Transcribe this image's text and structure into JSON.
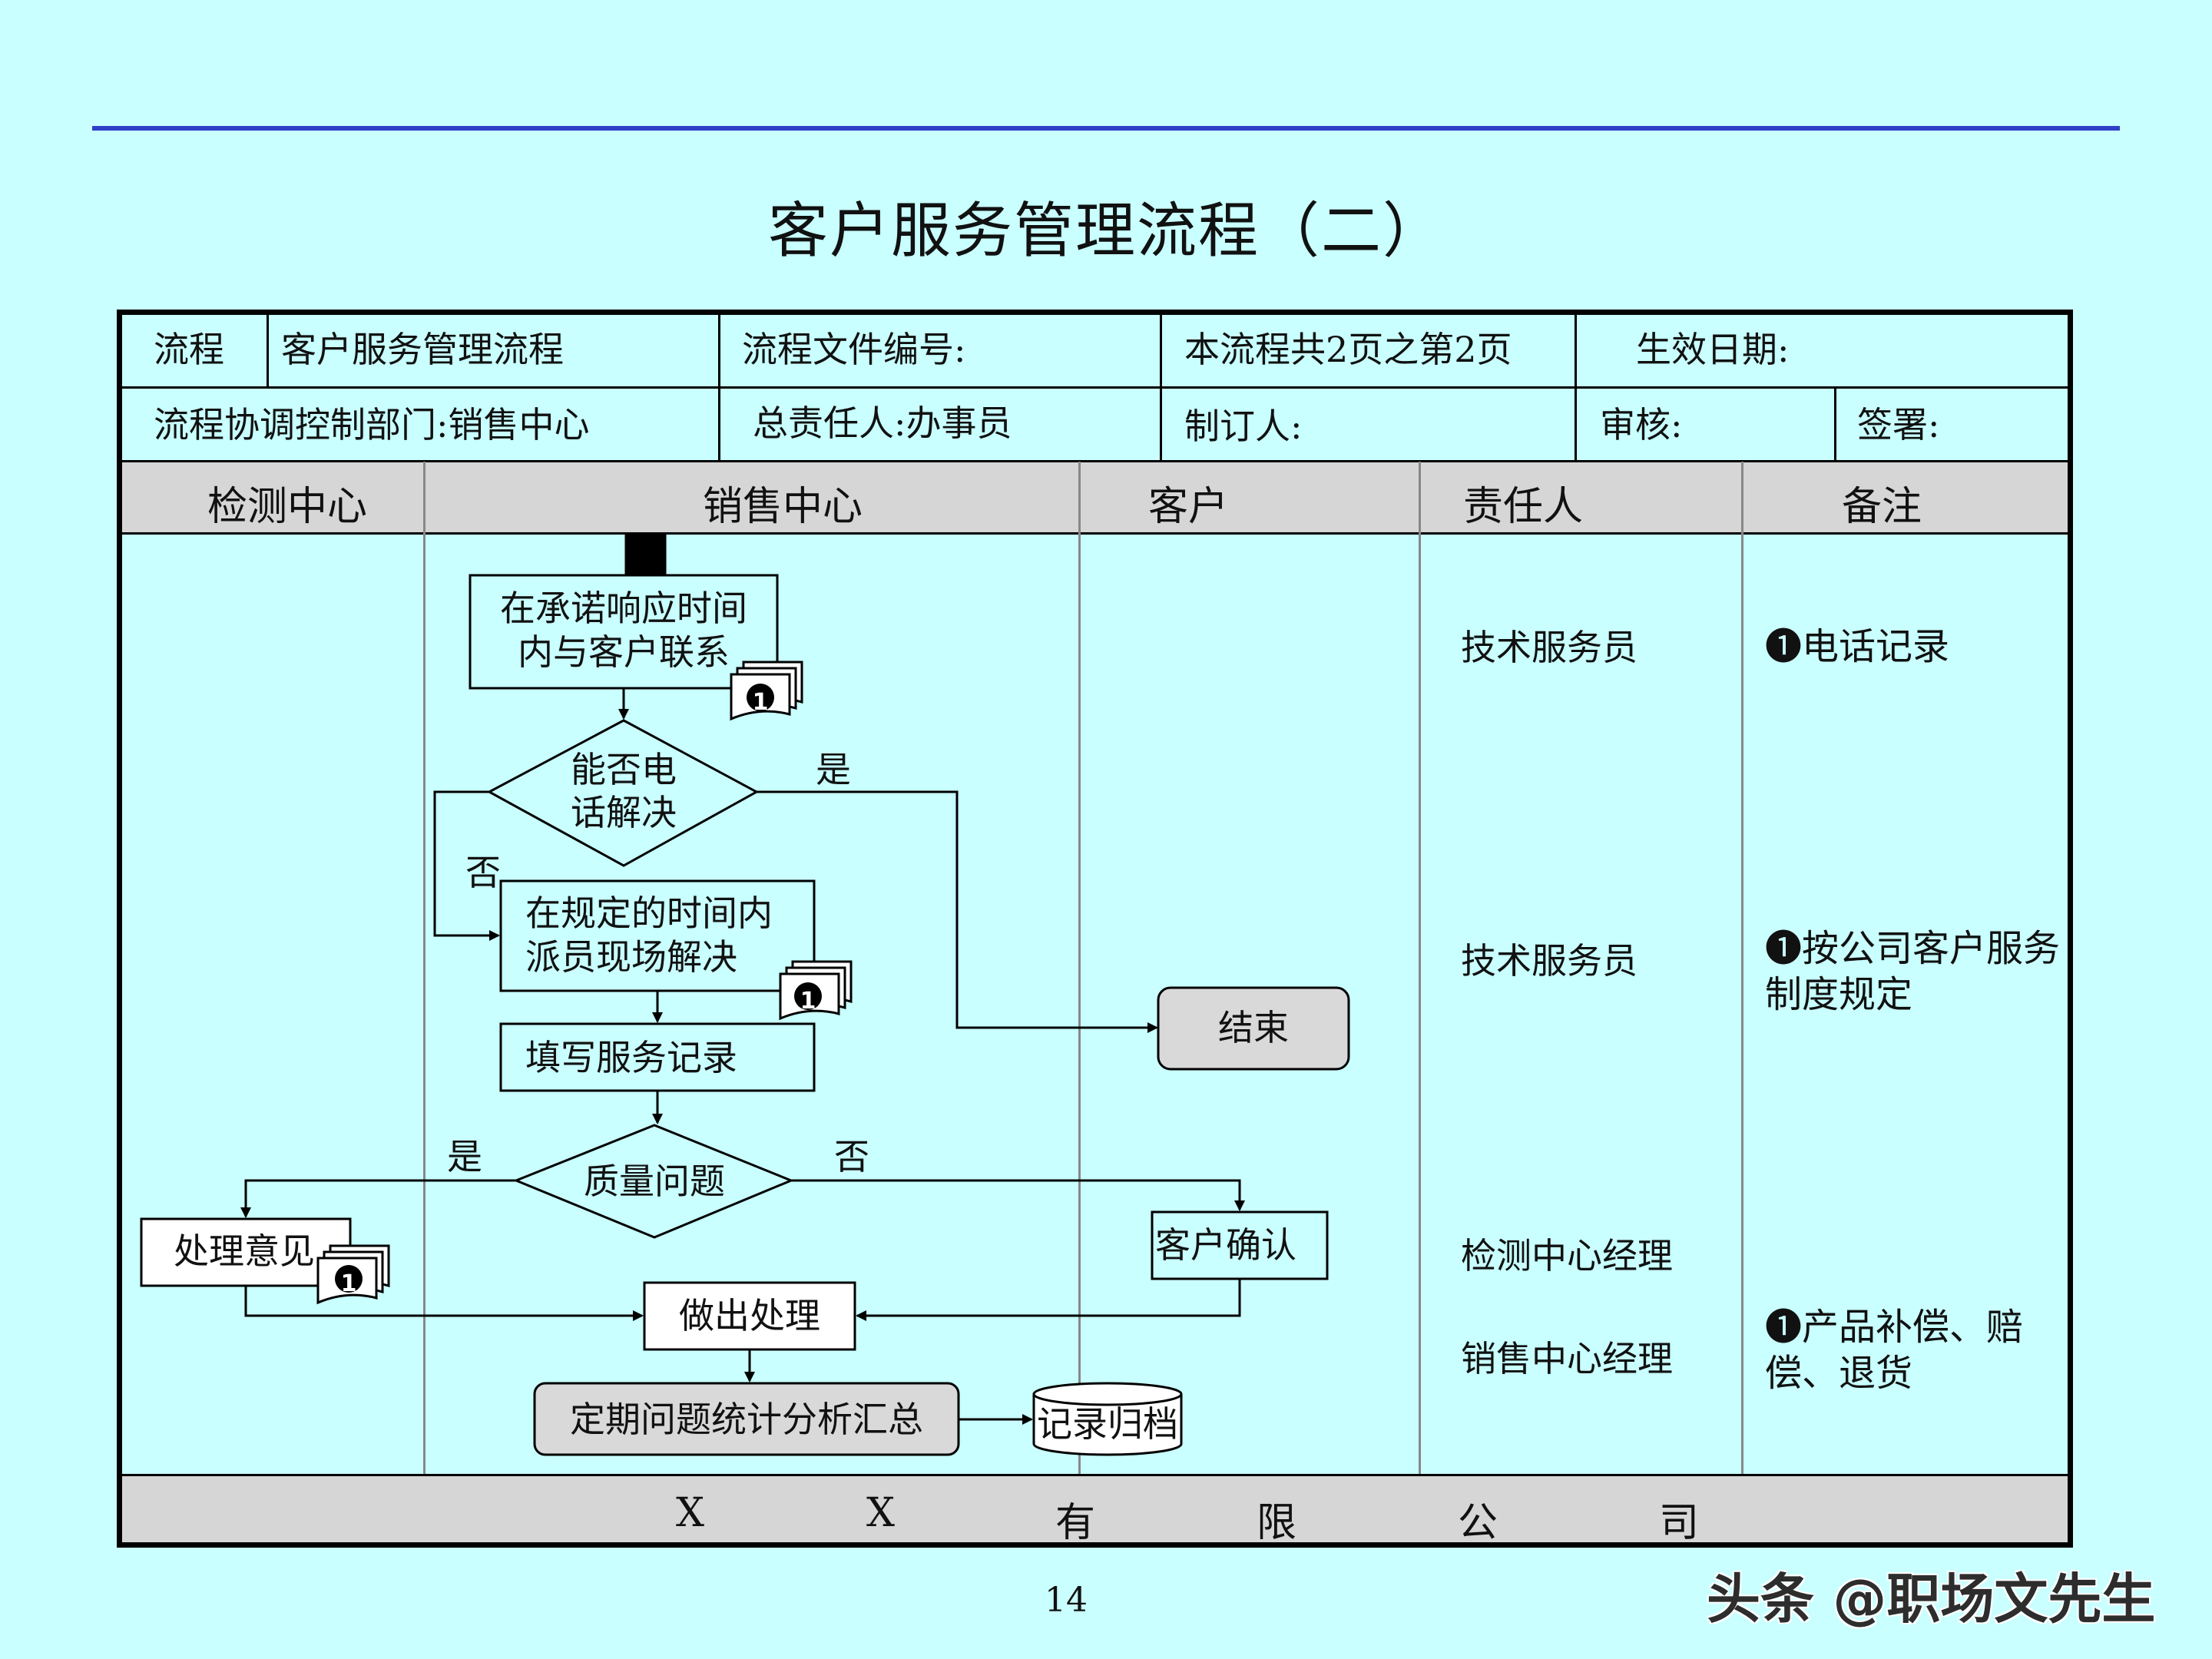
{
  "title": "客户服务管理流程（二）",
  "header": {
    "flow_label": "流程",
    "flow_name": "客户服务管理流程",
    "doc_no": "流程文件编号:",
    "pages": "本流程共2页之第2页",
    "effective_date": "生效日期:",
    "dept": "流程协调控制部门:销售中心",
    "owner": "总责任人:办事员",
    "author": "制订人:",
    "reviewer": "审核:",
    "signer": "签署:"
  },
  "lanes": [
    "检测中心",
    "销售中心",
    "客户",
    "责任人",
    "备注"
  ],
  "nodes": {
    "contact": [
      "在承诺响应时间",
      "内与客户联系"
    ],
    "phone_q": [
      "能否电",
      "话解决"
    ],
    "dispatch": [
      "在规定的时间内",
      "派员现场解决"
    ],
    "record": "填写服务记录",
    "quality_q": "质量问题",
    "handle_opinion": "处理意见",
    "customer_confirm": "客户确认",
    "do_handle": "做出处理",
    "summary": "定期问题统计分析汇总",
    "archive": "记录归档",
    "end": "结束",
    "doc_badge": "❶"
  },
  "edges": {
    "yes": "是",
    "no": "否"
  },
  "responsible": [
    "技术服务员",
    "技术服务员",
    "检测中心经理",
    "销售中心经理"
  ],
  "remarks": [
    "❶电话记录",
    "❶按公司客户服务制度规定",
    "❶产品补偿、赔偿、退货"
  ],
  "footer_chars": [
    "X",
    "X",
    "有",
    "限",
    "公",
    "司"
  ],
  "page_number": "14",
  "watermark": "头条 @职场文先生",
  "colors": {
    "background": "#c9ffff",
    "accent_line": "#2f3fc8",
    "header_fill": "#d6d6d6",
    "terminal_fill": "#d9d9d9"
  }
}
